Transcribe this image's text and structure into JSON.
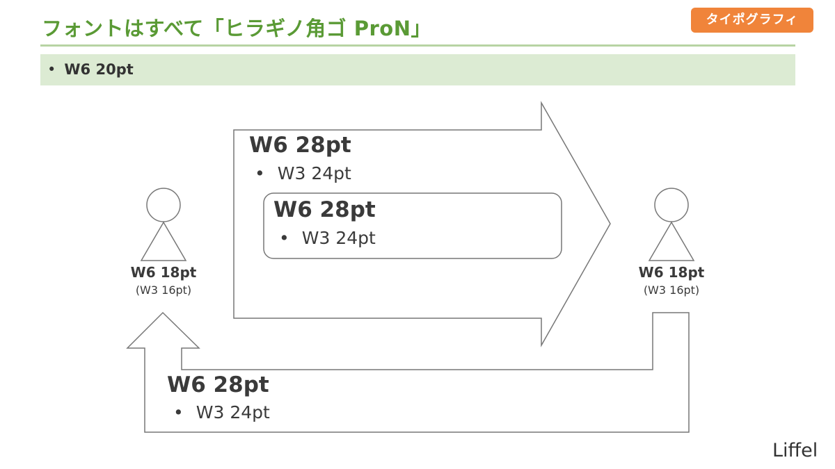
{
  "header": {
    "title": "フォントはすべて「ヒラギノ角ゴ ProN」",
    "tag": "タイポグラフィ"
  },
  "subhead": {
    "bullet": "•",
    "text": "W6 20pt"
  },
  "upper_arrow": {
    "heading": "W6 28pt",
    "bullet": "•",
    "body": "W3 24pt",
    "box": {
      "heading": "W6 28pt",
      "bullet": "•",
      "body": "W3 24pt"
    }
  },
  "lower_arrow": {
    "heading": "W6 28pt",
    "bullet": "•",
    "body": "W3 24pt"
  },
  "person_left": {
    "label": "W6 18pt",
    "sub": "(W3 16pt)"
  },
  "person_right": {
    "label": "W6 18pt",
    "sub": "(W3 16pt)"
  },
  "colors": {
    "title_green": "#5a9a35",
    "tag_orange": "#f0843a",
    "subhead_band": "#dcebd3",
    "outline_gray": "#777777"
  },
  "logo": {
    "text": "Liffel"
  }
}
